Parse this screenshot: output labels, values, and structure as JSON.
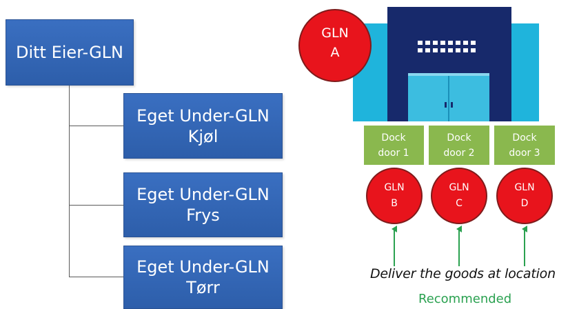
{
  "hierarchy": {
    "owner_label": "Ditt Eier-GLN",
    "children": [
      {
        "line1": "Eget Under-GLN",
        "line2": "Kjøl"
      },
      {
        "line1": "Eget Under-GLN",
        "line2": "Frys"
      },
      {
        "line1": "Eget Under-GLN",
        "line2": "Tørr"
      }
    ]
  },
  "warehouse": {
    "gln_a": {
      "line1": "GLN",
      "line2": "A"
    },
    "dock_doors": [
      {
        "line1": "Dock",
        "line2": "door 1"
      },
      {
        "line1": "Dock",
        "line2": "door 2"
      },
      {
        "line1": "Dock",
        "line2": "door 3"
      }
    ],
    "location_glns": [
      {
        "line1": "GLN",
        "line2": "B"
      },
      {
        "line1": "GLN",
        "line2": "C"
      },
      {
        "line1": "GLN",
        "line2": "D"
      }
    ],
    "caption": "Deliver the goods at location",
    "recommended": "Recommended"
  },
  "colors": {
    "box_blue": "#3a6fc1",
    "building_navy": "#17296b",
    "building_cyan": "#1fb4dc",
    "dock_green": "#8ab84e",
    "gln_red": "#e8141c",
    "arrow_green": "#2aa150"
  }
}
